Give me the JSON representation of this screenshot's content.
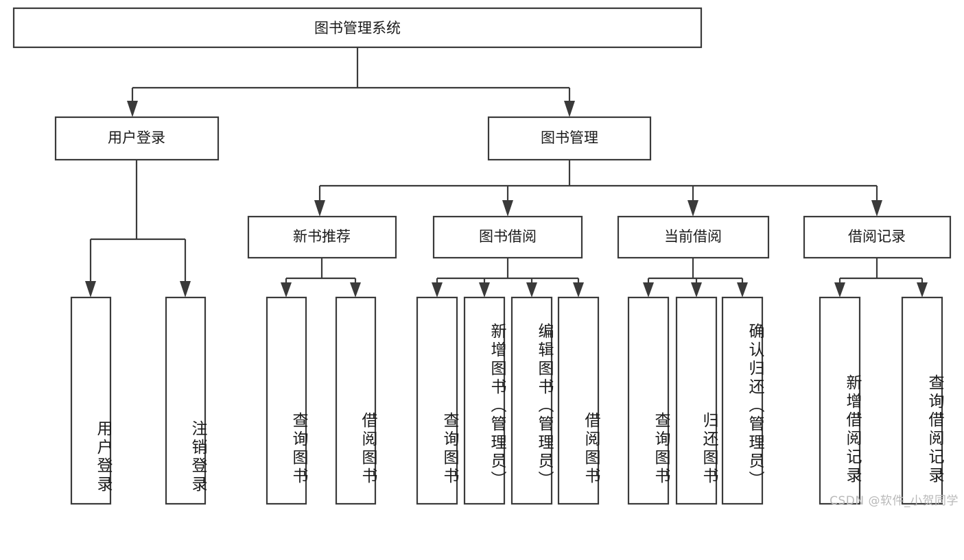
{
  "diagram": {
    "title": "图书管理系统",
    "type": "tree-hierarchy",
    "root": {
      "label": "图书管理系统"
    },
    "level2": [
      {
        "label": "用户登录"
      },
      {
        "label": "图书管理"
      }
    ],
    "level3": [
      {
        "label": "新书推荐"
      },
      {
        "label": "图书借阅"
      },
      {
        "label": "当前借阅"
      },
      {
        "label": "借阅记录"
      }
    ],
    "leaves": {
      "user_login": [
        {
          "label": "用户登录"
        },
        {
          "label": "注销登录"
        }
      ],
      "new_book_recommend": [
        {
          "label": "查询图书"
        },
        {
          "label": "借阅图书"
        }
      ],
      "book_borrow": [
        {
          "label": "查询图书"
        },
        {
          "label": "新增图书（管理员）"
        },
        {
          "label": "编辑图书（管理员）"
        },
        {
          "label": "借阅图书"
        }
      ],
      "current_borrow": [
        {
          "label": "查询图书"
        },
        {
          "label": "归还图书"
        },
        {
          "label": "确认归还（管理员）"
        }
      ],
      "borrow_record": [
        {
          "label": "新增借阅记录"
        },
        {
          "label": "查询借阅记录"
        }
      ]
    },
    "colors": {
      "stroke": "#3a3a3a",
      "fill": "#ffffff",
      "text": "#1a1a1a",
      "watermark": "#b9b9b9"
    }
  },
  "watermark": {
    "text": "CSDN @软件_小贺同学"
  }
}
